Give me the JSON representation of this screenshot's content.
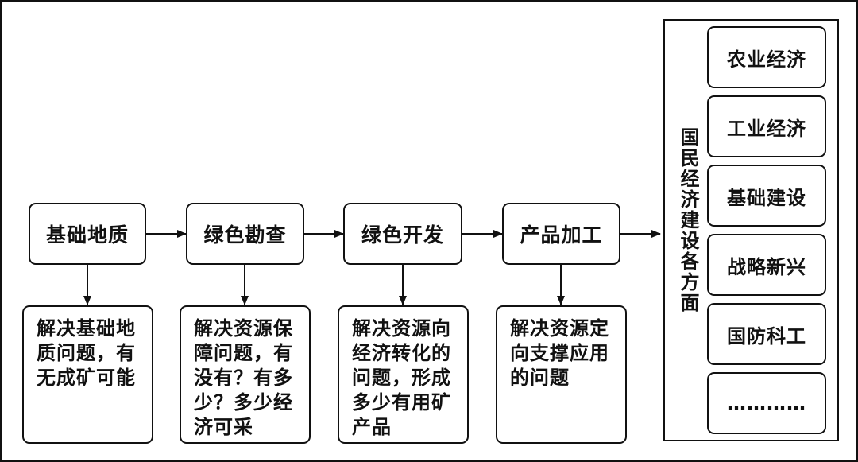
{
  "stages": [
    {
      "label": "基础地质",
      "desc": "解决基础地质问题，有无成矿可能"
    },
    {
      "label": "绿色勘查",
      "desc": "解决资源保障问题，有没有？有多少？多少经济可采"
    },
    {
      "label": "绿色开发",
      "desc": "解决资源向经济转化的问题，形成多少有用矿产品"
    },
    {
      "label": "产品加工",
      "desc": "解决资源定向支撑应用的问题"
    }
  ],
  "target": {
    "title": "国民经济建设各方面",
    "sectors": [
      "农业经济",
      "工业经济",
      "基础建设",
      "战略新兴",
      "国防科工",
      "…………"
    ]
  },
  "colors": {
    "stroke": "#111111",
    "background": "#ffffff"
  }
}
